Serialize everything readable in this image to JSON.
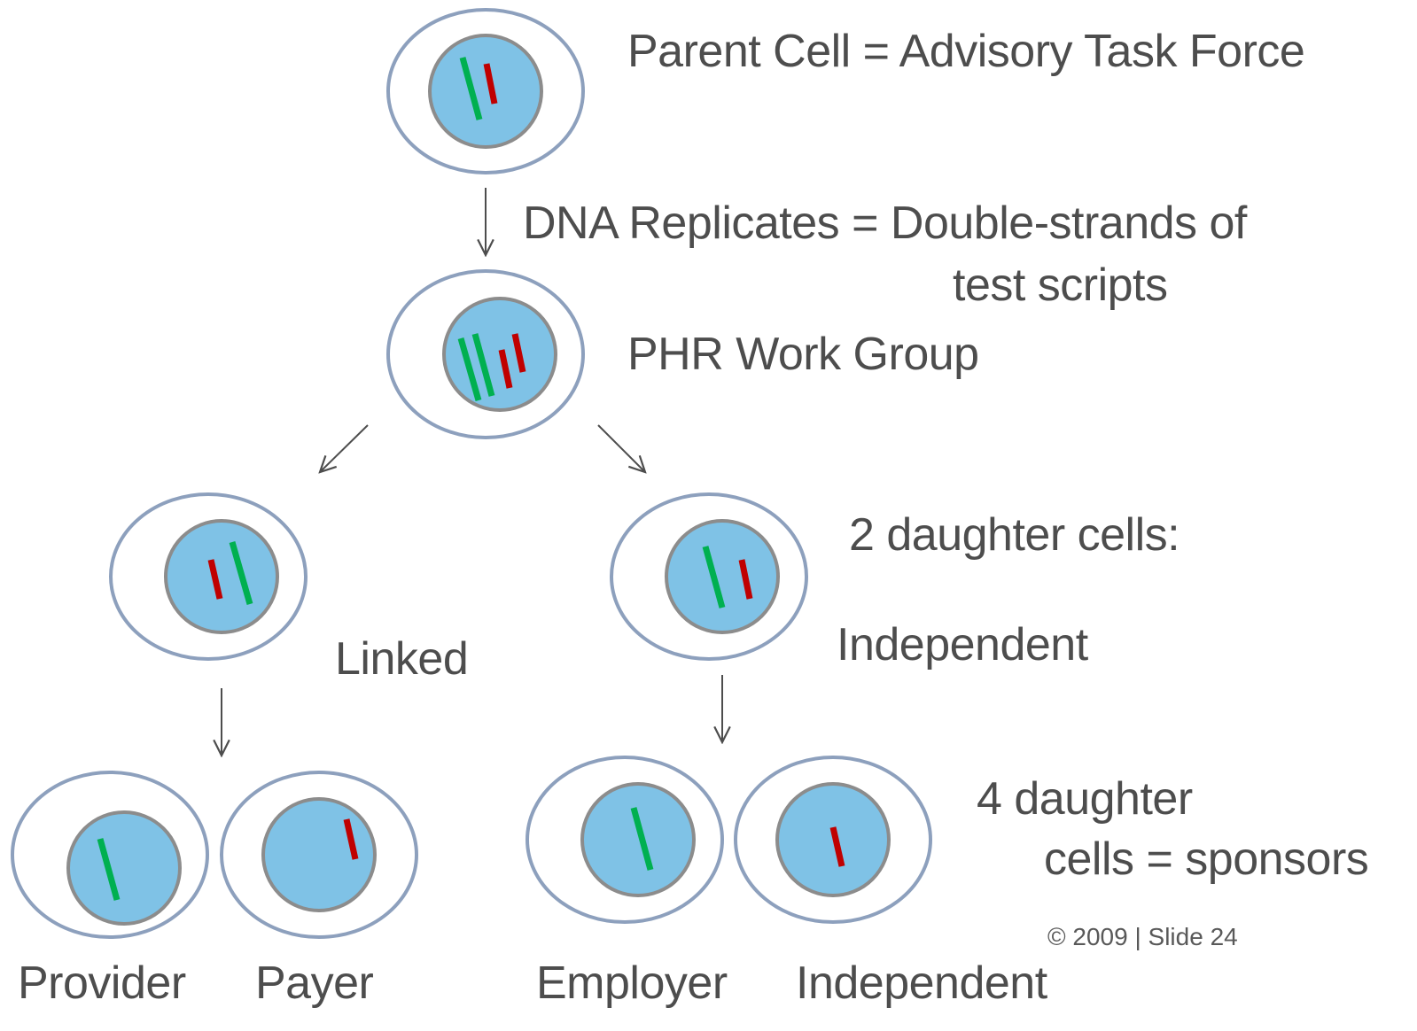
{
  "labels": {
    "parent_cell": "Parent Cell = Advisory Task Force",
    "dna_line1": "DNA Replicates = Double-strands of",
    "dna_line2": "test scripts",
    "work_group": "PHR Work Group",
    "two_daughter": "2 daughter cells:",
    "linked": "Linked",
    "independent_mid": "Independent",
    "four_daughter_line1": "4 daughter",
    "four_daughter_line2": "cells = sponsors",
    "provider": "Provider",
    "payer": "Payer",
    "employer": "Employer",
    "independent_bottom": "Independent"
  },
  "footer": "© 2009 | Slide 24",
  "colors": {
    "cell_outline": "#8da0bd",
    "nucleus_fill": "#7fc2e6",
    "nucleus_outline": "#8c8c8c",
    "strand_green": "#00b050",
    "strand_red": "#c00000",
    "arrow": "#4d4d4d",
    "text": "#4d4d4d"
  }
}
